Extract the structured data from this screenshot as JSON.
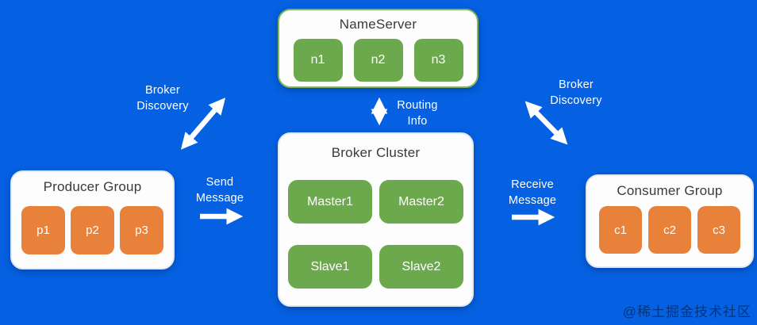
{
  "colors": {
    "background": "#0561E1",
    "node_green": "#6CA94D",
    "node_orange": "#E8813A",
    "panel_white": "#FDFDFD",
    "nameserver_border_green": "#82B757",
    "arrow_white": "#FFFFFF",
    "title_text": "#3A3A3A",
    "label_text": "#FFFFFF"
  },
  "groups": {
    "nameserver": {
      "title": "NameServer",
      "nodes": [
        "n1",
        "n2",
        "n3"
      ]
    },
    "broker_cluster": {
      "title": "Broker Cluster",
      "nodes": [
        "Master1",
        "Master2",
        "Slave1",
        "Slave2"
      ]
    },
    "producer_group": {
      "title": "Producer Group",
      "nodes": [
        "p1",
        "p2",
        "p3"
      ]
    },
    "consumer_group": {
      "title": "Consumer Group",
      "nodes": [
        "c1",
        "c2",
        "c3"
      ]
    }
  },
  "labels": {
    "broker_discovery_left": {
      "line1": "Broker",
      "line2": "Discovery"
    },
    "broker_discovery_right": {
      "line1": "Broker",
      "line2": "Discovery"
    },
    "routing_info": {
      "line1": "Routing",
      "line2": "Info"
    },
    "send_message": {
      "line1": "Send",
      "line2": "Message"
    },
    "receive_message": {
      "line1": "Receive",
      "line2": "Message"
    }
  },
  "watermark": "@稀土掘金技术社区"
}
